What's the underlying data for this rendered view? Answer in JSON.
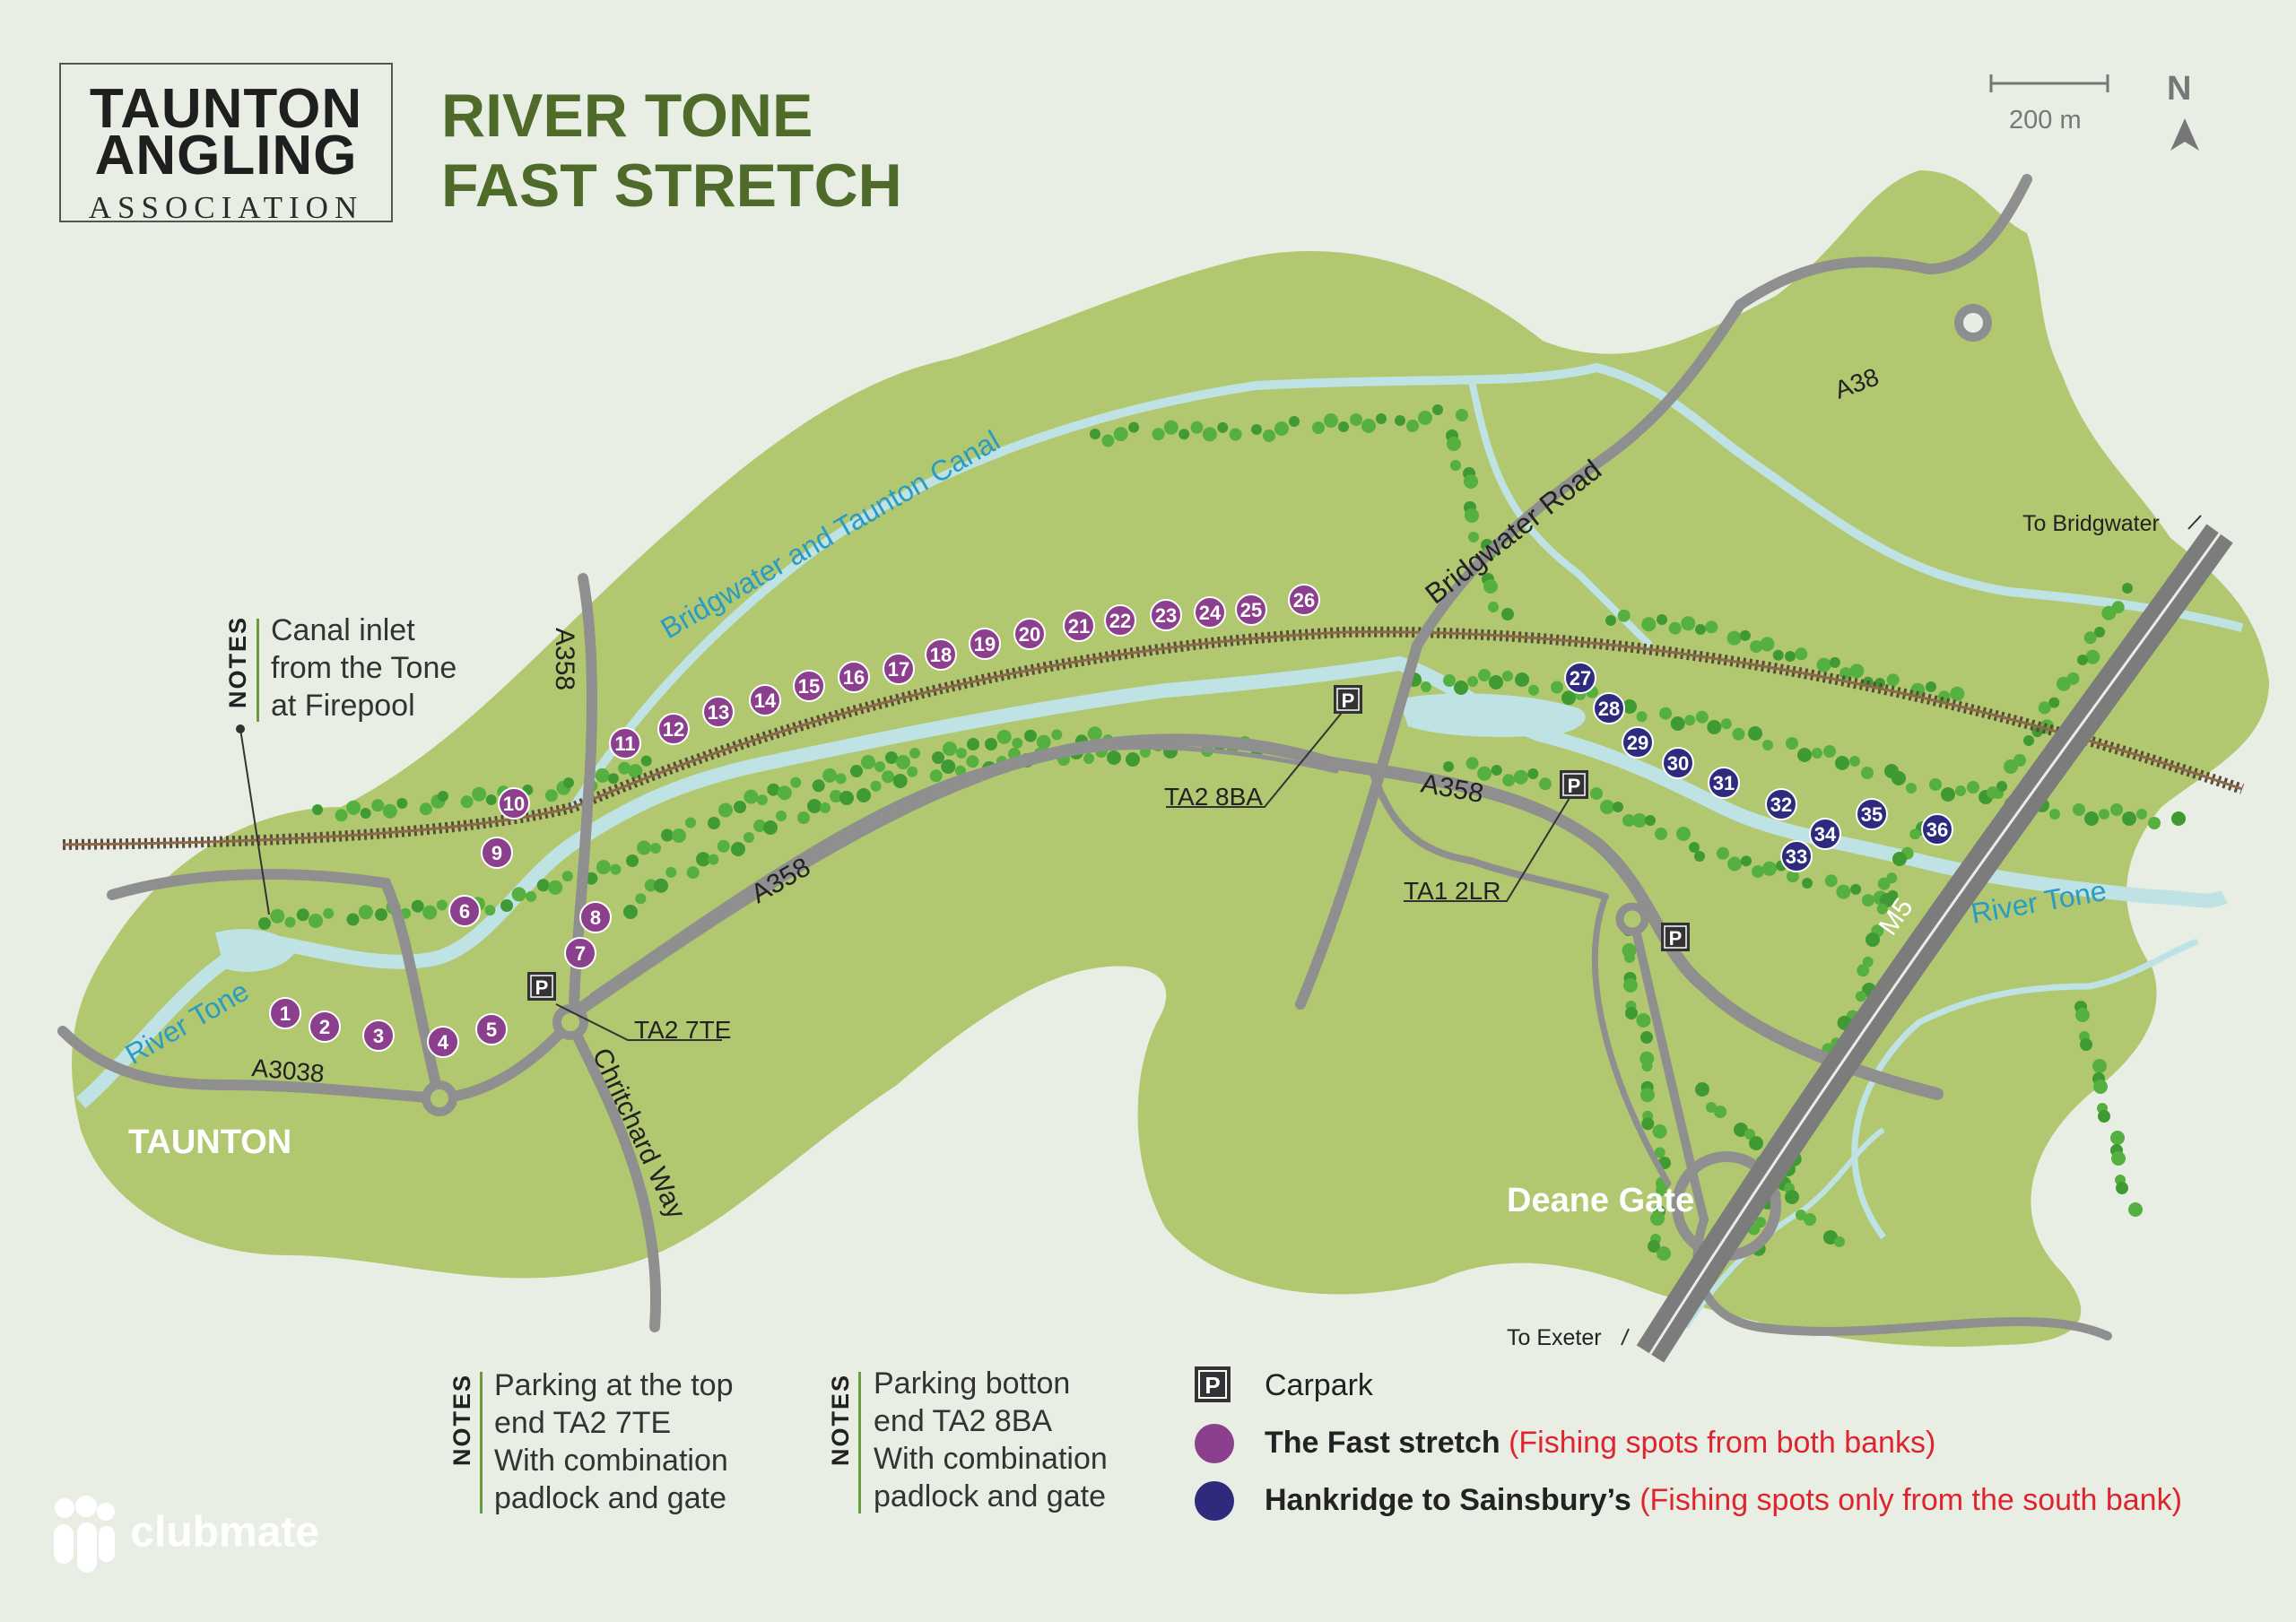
{
  "logo": {
    "line1": "TAUNTON",
    "line2": "ANGLING",
    "line3": "ASSOCIATION"
  },
  "title": {
    "line1": "RIVER TONE",
    "line2": "FAST STRETCH"
  },
  "scale_bar": {
    "label": "200 m"
  },
  "north": {
    "label": "N"
  },
  "notes_tag": "NOTES",
  "notes": {
    "canal": {
      "lines": [
        "Canal inlet",
        "from the Tone",
        "at Firepool"
      ]
    },
    "parking_top": {
      "lines": [
        "Parking at the top",
        "end TA2 7TE",
        "With combination",
        "padlock and gate"
      ]
    },
    "parking_bottom": {
      "lines": [
        "Parking botton",
        "end TA2 8BA",
        "With combination",
        "padlock and gate"
      ]
    }
  },
  "labels": {
    "canal": "Bridgwater and Taunton Canal",
    "bridgwater_road": "Bridgwater Road",
    "a38": "A38",
    "a358_north": "A358",
    "a358_mid": "A358",
    "a358_east": "A358",
    "a3038": "A3038",
    "chritchard_way": "Chritchard Way",
    "m5": "M5",
    "river_tone_west": "River Tone",
    "river_tone_east": "River Tone",
    "taunton": "TAUNTON",
    "deane_gate": "Deane Gate",
    "to_bridgwater": "To Bridgwater",
    "to_exeter": "To Exeter"
  },
  "postcodes": {
    "ta2_7te": "TA2 7TE",
    "ta2_8ba": "TA2 8BA",
    "ta1_2lr": "TA1 2LR"
  },
  "carpark_symbol": "P",
  "fishing_spots": {
    "fast_stretch": [
      "1",
      "2",
      "3",
      "4",
      "5",
      "6",
      "7",
      "8",
      "9",
      "10",
      "11",
      "12",
      "13",
      "14",
      "15",
      "16",
      "17",
      "18",
      "19",
      "20",
      "21",
      "22",
      "23",
      "24",
      "25",
      "26"
    ],
    "hankridge": [
      "27",
      "28",
      "29",
      "30",
      "31",
      "32",
      "33",
      "34",
      "35",
      "36"
    ]
  },
  "legend": {
    "carpark": "Carpark",
    "fast_name": "The Fast stretch",
    "fast_desc": "(Fishing spots from both banks)",
    "hank_name": "Hankridge to Sainsbury’s",
    "hank_desc": "(Fishing spots only from the south bank)"
  },
  "brand": "clubmate",
  "colors": {
    "background": "#e8eee4",
    "land": "#b1c870",
    "water": "#bfe3e5",
    "road": "#8f8f8f",
    "fast_stretch_spot": "#8b3f8c",
    "hankridge_spot": "#2e2a7e",
    "title_green": "#4e6b2a",
    "red_text": "#e0242d",
    "water_label": "#2a9bc4",
    "tree": "#4ea83c"
  }
}
